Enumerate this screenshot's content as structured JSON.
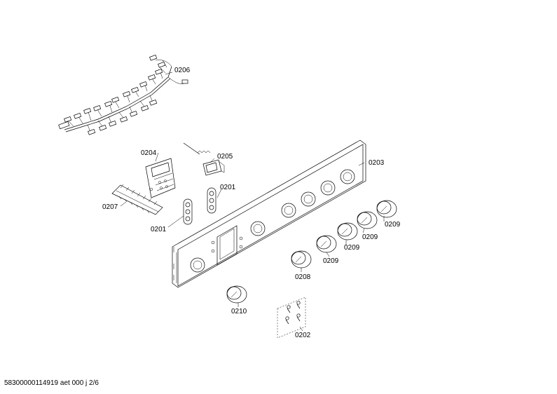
{
  "labels": {
    "l0206": "0206",
    "l0204": "0204",
    "l0205": "0205",
    "l0203": "0203",
    "l0201a": "0201",
    "l0201b": "0201",
    "l0207": "0207",
    "l0209a": "0209",
    "l0209b": "0209",
    "l0209c": "0209",
    "l0209d": "0209",
    "l0208": "0208",
    "l0210": "0210",
    "l0202": "0202"
  },
  "footer": {
    "doc_id": "58300000114919 aet 000 j 2/6"
  }
}
